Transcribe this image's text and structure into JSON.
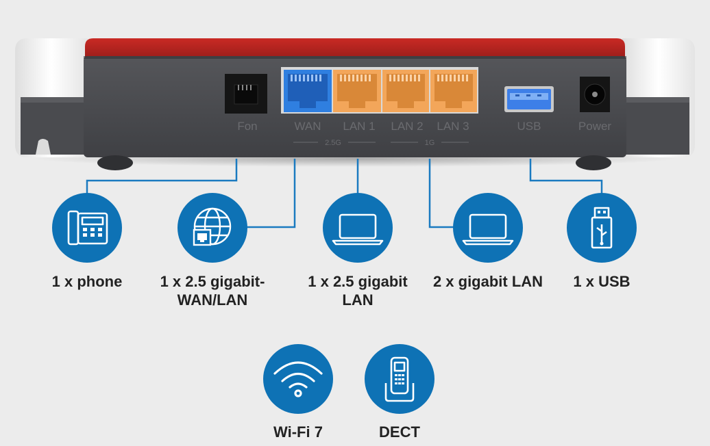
{
  "router": {
    "port_labels": {
      "fon": "Fon",
      "wan": "WAN",
      "lan1": "LAN 1",
      "lan2": "LAN 2",
      "lan3": "LAN 3",
      "usb": "USB",
      "power": "Power"
    },
    "speed_labels": {
      "multi_gig": "2.5G",
      "gigabit": "1G"
    }
  },
  "features": [
    {
      "icon": "phone-icon",
      "lines": [
        "1 x phone"
      ]
    },
    {
      "icon": "globe-ethernet-icon",
      "lines": [
        "1 x 2.5 gigabit-",
        "WAN/LAN"
      ]
    },
    {
      "icon": "laptop-icon",
      "lines": [
        "1 x 2.5 gigabit",
        "LAN"
      ]
    },
    {
      "icon": "laptop-icon",
      "lines": [
        "2 x gigabit LAN"
      ]
    },
    {
      "icon": "usb-stick-icon",
      "lines": [
        "1 x USB"
      ]
    },
    {
      "icon": "wifi-icon",
      "lines": [
        "Wi-Fi 7"
      ]
    },
    {
      "icon": "dect-handset-icon",
      "lines": [
        "DECT"
      ]
    }
  ],
  "colors": {
    "background": "#ececec",
    "icon_circle": "#0e72b5",
    "connector_line": "#1a7ac0",
    "router_body": "#4b4c50",
    "router_red": "#b5231f",
    "router_white": "#f4f4f4",
    "wan_port": "#2f7fe0",
    "lan_port": "#f3a65a",
    "usb_port": "#3d7fe8",
    "label_text": "#222222",
    "port_label_text": "#6a6b6f"
  }
}
